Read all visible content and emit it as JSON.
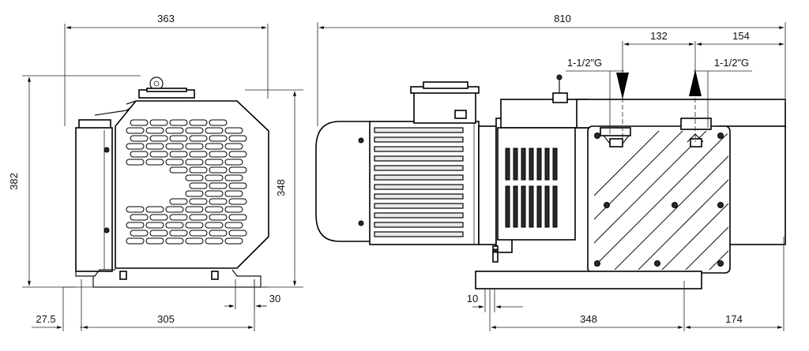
{
  "dimensions": {
    "front_width": "363",
    "front_height": "382",
    "front_inner_height": "348",
    "front_base": "305",
    "front_offset": "27.5",
    "front_foot": "30",
    "side_length": "810",
    "side_port_spacing": "132",
    "side_port_offset": "154",
    "side_base": "348",
    "side_end": "174",
    "side_foot": "10"
  },
  "labels": {
    "inlet_port": "1-1/2\"G",
    "outlet_port": "1-1/2\"G"
  }
}
